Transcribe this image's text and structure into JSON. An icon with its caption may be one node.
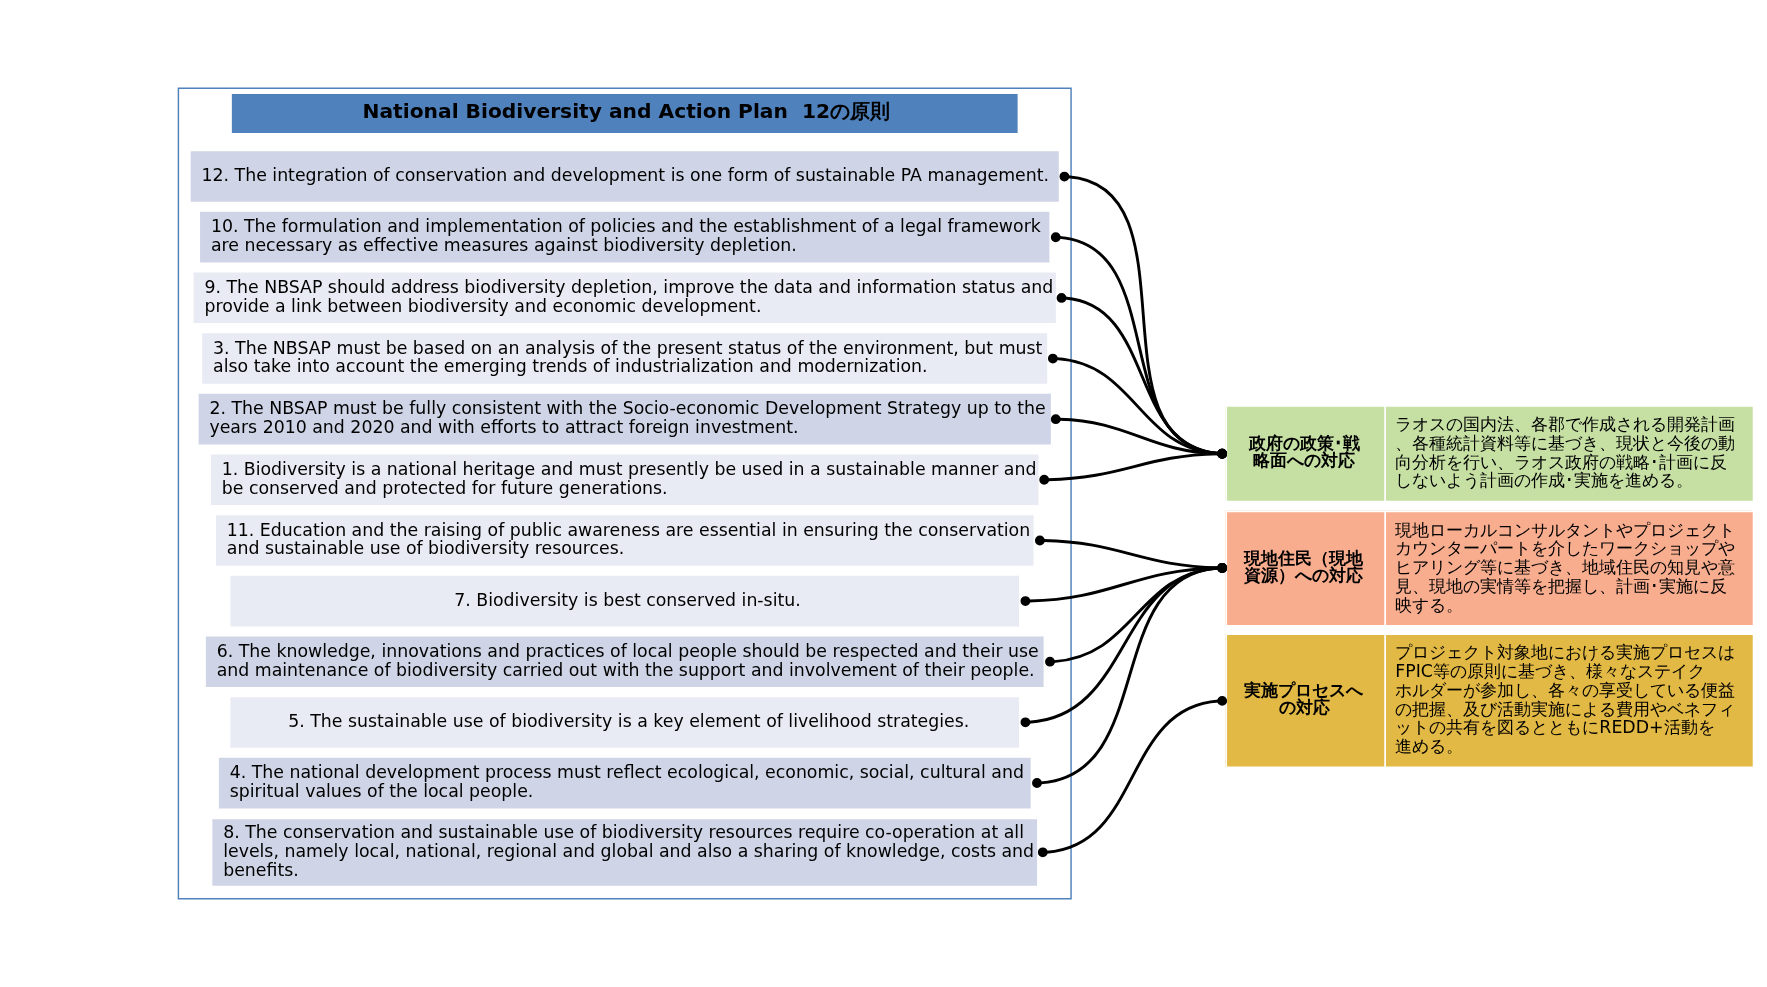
{
  "diagram": {
    "nodes": [
      {
        "text": [
          "National Biodiversity and Action Plan  12の原則"
        ]
      },
      {
        "text": [
          "1. Biodiversity is a national heritage and must presently be used in a sustainable manner and be conserved and protected for future generations."
        ],
        "in": 0
      },
      {
        "text": [
          "2. The NBSAP must be fully consistent with the Socio-economic Development Strategy up to the years 2010 and 2020 and with efforts to attract foreign investment."
        ],
        "in": 0
      },
      {
        "text": [
          "3. The NBSAP must be based on an analysis of the present status of the environment, but must also take into account the emerging trends of industrialization and modernization."
        ],
        "in": 0
      },
      {
        "text": [
          "4. The national development process must reflect ecological, economic, social, cultural and spiritual values of the local people."
        ],
        "in": 0
      },
      {
        "text": [
          "5. The sustainable use of biodiversity is a key element of livelihood strategies."
        ],
        "in": 0
      },
      {
        "text": [
          "6. The knowledge, innovations and practices of local people should be respected and their use and maintenance of biodiversity carried out with the support and involvement of their people."
        ],
        "in": 0
      },
      {
        "text": [
          "7. Biodiversity is best conserved in-situ."
        ],
        "in": 0
      },
      {
        "text": [
          "8. The conservation and sustainable use of biodiversity resources require co-operation at all levels, namely local, national, regional and global and also a sharing of knowledge, costs and benefits."
        ],
        "in": 0
      },
      {
        "text": [
          "9. The NBSAP should address biodiversity depletion, improve the data and information status and provide a link between biodiversity and economic development."
        ],
        "in": 0
      },
      {
        "text": [
          "10. The formulation and implementation of policies and the establishment of a legal framework are necessary as effective measures against biodiversity depletion."
        ],
        "in": 0
      },
      {
        "text": [
          "11. Education and the raising of public awareness are essential in ensuring the conservation and sustainable use of biodiversity resources."
        ],
        "in": 0
      },
      {
        "text": [
          "12. The integration of conservation and development is one form of sustainable PA management."
        ],
        "in": 0
      },
      {
        "text": [
          "政府の政策･戦略面への対応",
          "ラオスの国内法、各郡で作成される開発計画、各種統計資料等に基づき、現状と今後の動向分析を行い、ラオス政府の戦略･計画に反しないよう計画の作成･実施を進める。"
        ]
      },
      {
        "text": [
          "現地住民（現地資源）への対応",
          "現地ローカルコンサルタントやプロジェクトカウンターパートを介したワークショップやヒアリング等に基づき、地域住民の知見や意見、現地の実情等を把握し、計画･実施に反映する。"
        ]
      },
      {
        "text": [
          "実施プロセスへの対応",
          "プロジェクト対象地における実施プロセスはFPIC等の原則に基づき、様々なステイクホルダーが参加し、各々の享受している便益の把握、及び活動実施による費用やベネフィットの共有を図るとともにREDD+活動を進める。"
        ]
      }
    ],
    "edges": [
      {
        "from": 1,
        "to": 13,
        "arrow": "other"
      },
      {
        "from": 2,
        "to": 13,
        "arrow": "other"
      },
      {
        "from": 3,
        "to": 13,
        "arrow": "other"
      },
      {
        "from": 4,
        "to": 14,
        "arrow": "other"
      },
      {
        "from": 5,
        "to": 14,
        "arrow": "other"
      },
      {
        "from": 6,
        "to": 14,
        "arrow": "other"
      },
      {
        "from": 7,
        "to": 14,
        "arrow": "other"
      },
      {
        "from": 8,
        "to": 15,
        "arrow": "other"
      },
      {
        "from": 9,
        "to": 13,
        "arrow": "other"
      },
      {
        "from": 10,
        "to": 13,
        "arrow": "other"
      },
      {
        "from": 11,
        "to": 14,
        "arrow": "other"
      },
      {
        "from": 12,
        "to": 13,
        "arrow": "other"
      }
    ]
  }
}
